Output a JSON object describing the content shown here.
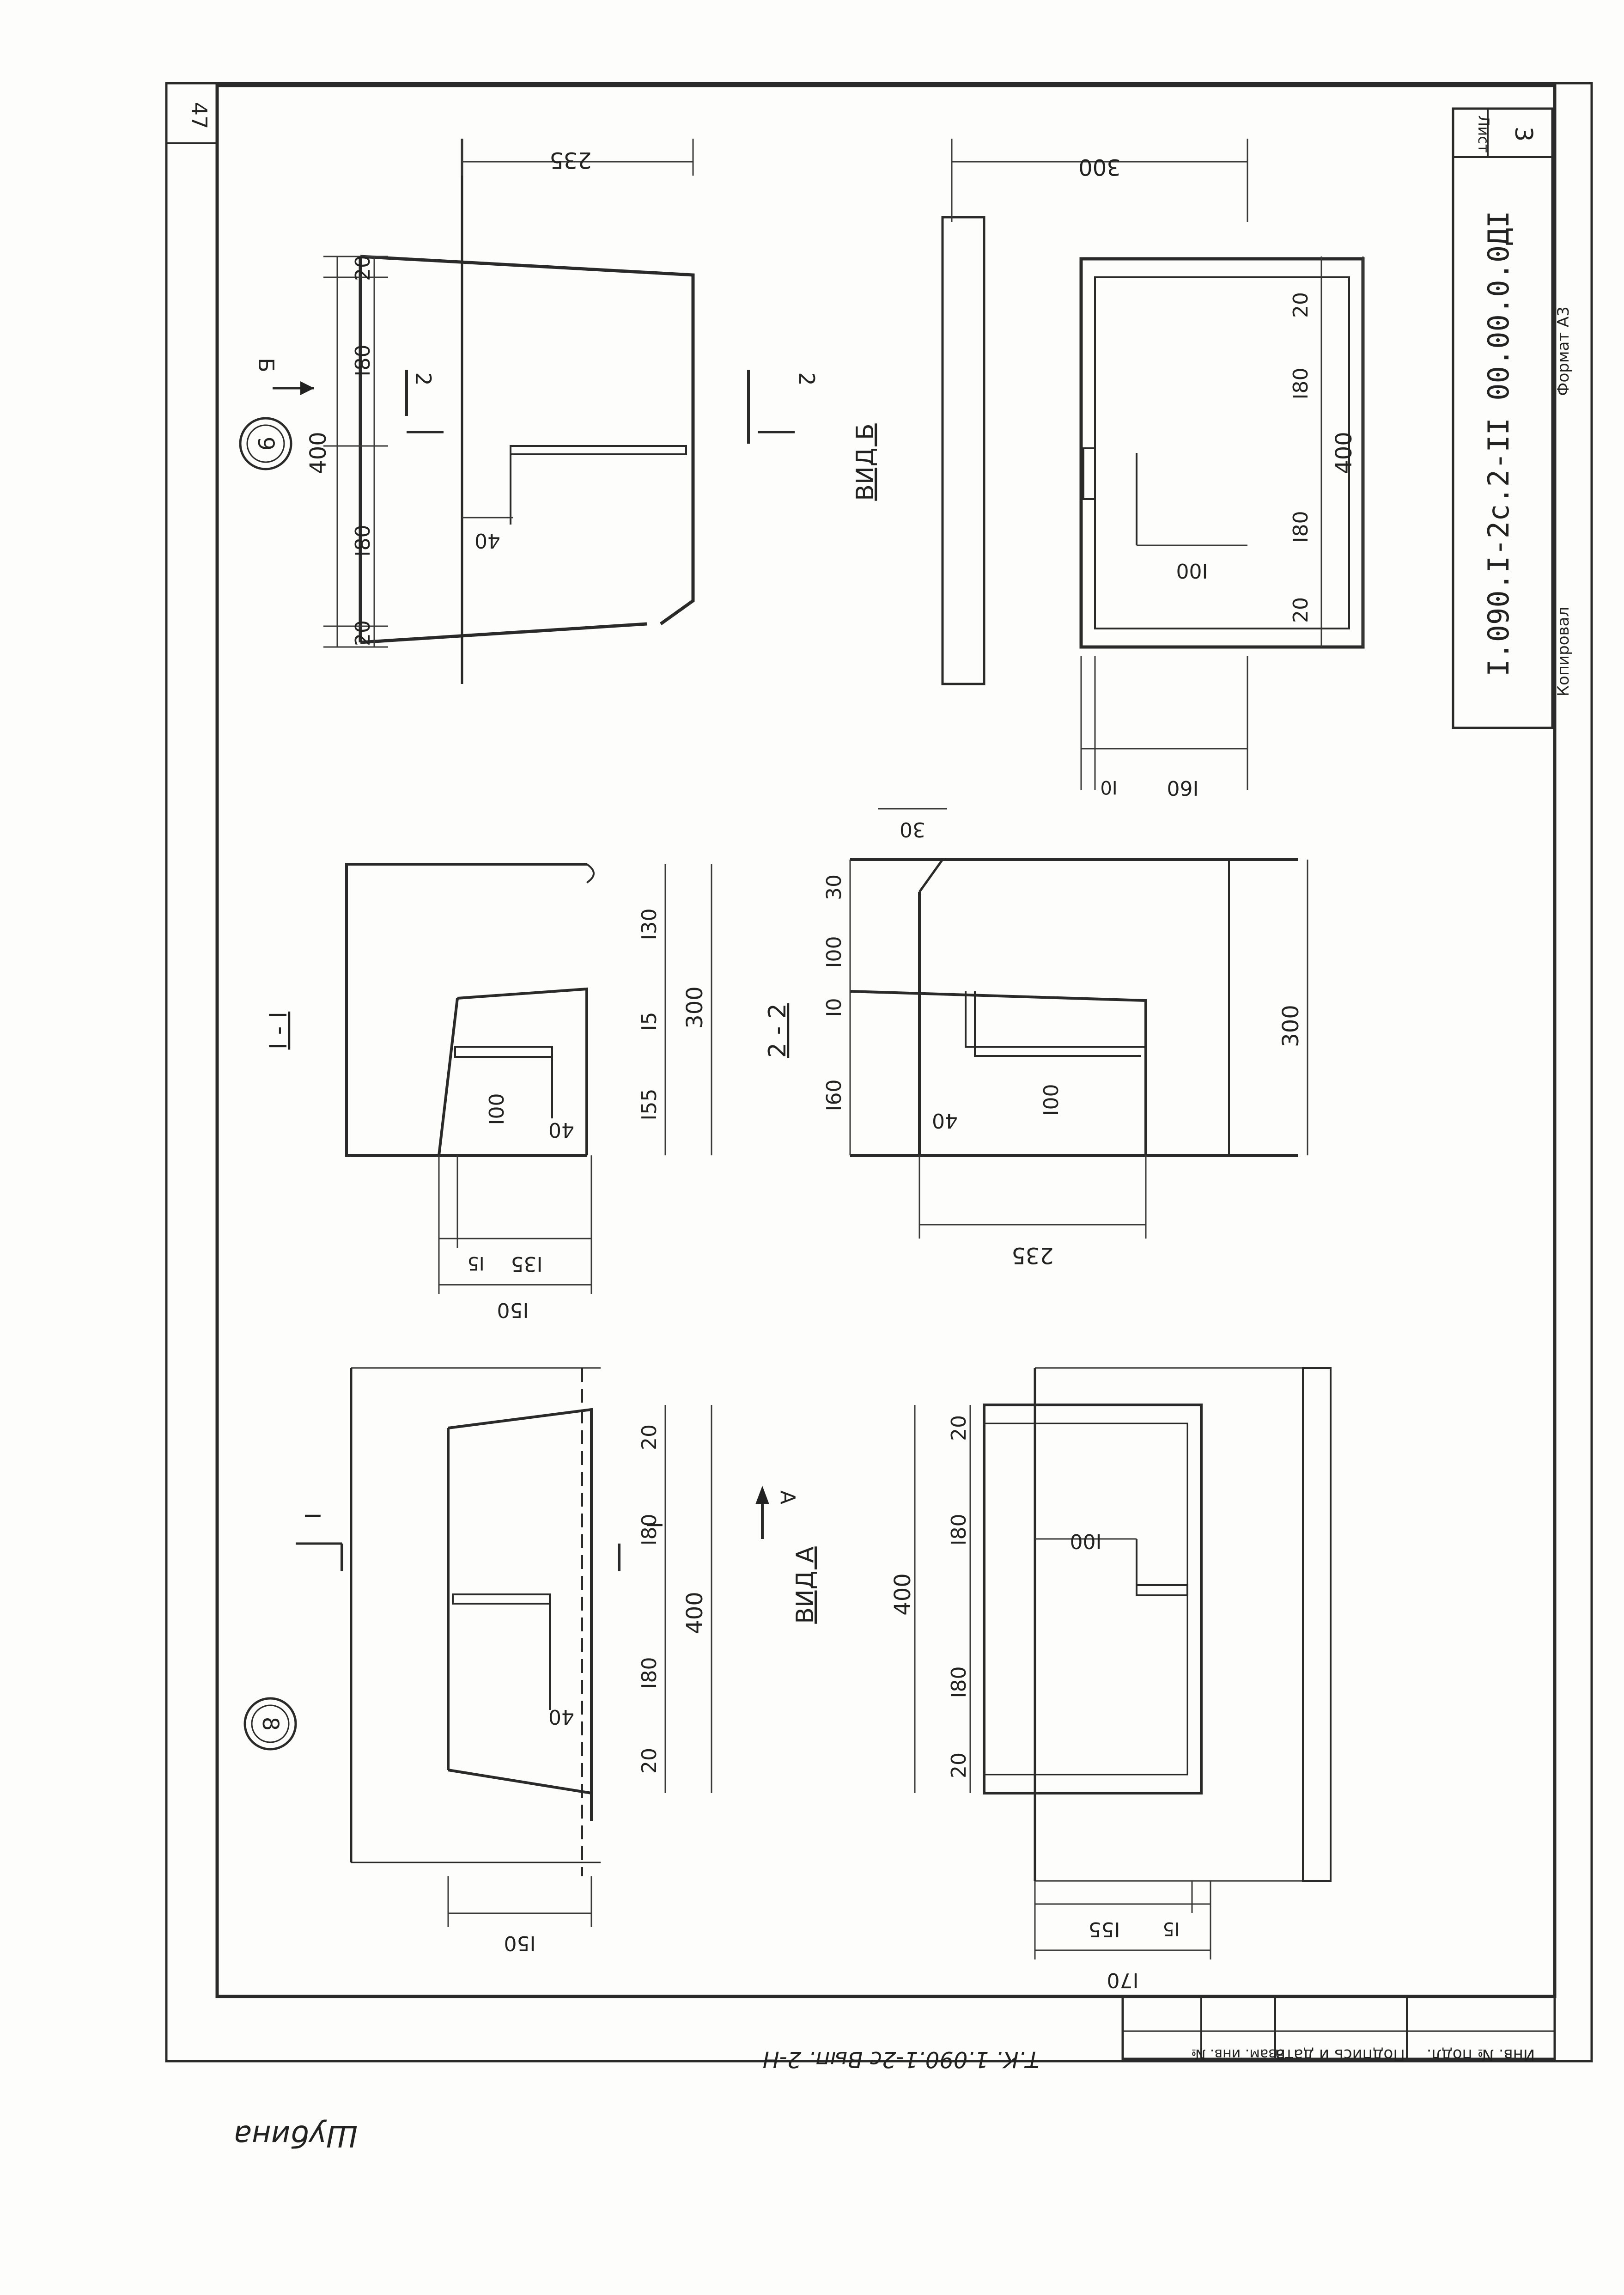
{
  "sheet": {
    "page_number": "47",
    "sheet_label": "Лист",
    "sheet_number": "3",
    "doc_code": "I.090.I-2с.2-II 00.00.0.0ДI",
    "kopiroval": "Копировал",
    "format": "Формат А3",
    "series_note": "Т.К. 1.090.1-2с   Вып. 2-Н",
    "signature": "Шубина"
  },
  "stamp_columns": [
    "Инв. № подл.",
    "Подпись и дата",
    "Взам. инв. №"
  ],
  "views": {
    "mark8": "8",
    "mark9": "9",
    "section1": "I - I",
    "section2": "2 - 2",
    "vidA": "ВИД А",
    "vidB": "ВИД Б",
    "arrowA": "А",
    "arrowB": "Б",
    "cut1": "I",
    "cut2": "2"
  },
  "dims": {
    "v9_total": "400",
    "v9_a": "20",
    "v9_b": "I80",
    "v9_c": "I80",
    "v9_d": "20",
    "v9_depth": "235",
    "v9_hook": "40",
    "vb_total": "400",
    "vb_a": "20",
    "vb_b": "I80",
    "vb_c": "I80",
    "vb_d": "20",
    "vb_top": "300",
    "vb_hook": "I00",
    "vb_s1": "I0",
    "vb_s2": "I60",
    "s1_total": "300",
    "s1_a": "I30",
    "s1_b": "I5",
    "s1_c": "I55",
    "s1_hook_len": "I00",
    "s1_hook": "40",
    "s1_bot1": "I5",
    "s1_bot2": "I35",
    "s1_bot_total": "I50",
    "s2_total": "300",
    "s2_a": "30",
    "s2_b": "I00",
    "s2_c": "I0",
    "s2_d": "I60",
    "s2_top": "30",
    "s2_hook": "40",
    "s2_hook_len": "I00",
    "s2_bottom": "235",
    "v8_total": "400",
    "v8_a": "20",
    "v8_b": "I80",
    "v8_c": "I80",
    "v8_d": "20",
    "v8_hook": "40",
    "v8_bottom": "I50",
    "va_total": "400",
    "va_a": "20",
    "va_b": "I80",
    "va_c": "I80",
    "va_d": "20",
    "va_hook": "I00",
    "va_s1": "I55",
    "va_s2": "I5",
    "va_bottom": "I70"
  }
}
